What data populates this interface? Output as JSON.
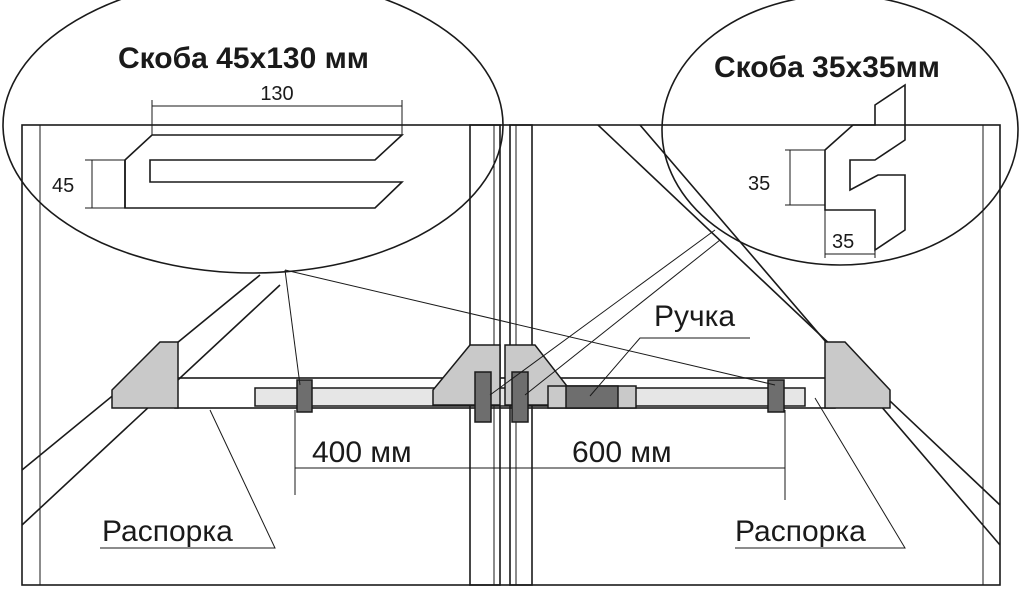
{
  "left_callout": {
    "title": "Скоба 45x130 мм",
    "width_dim": "130",
    "height_dim": "45"
  },
  "right_callout": {
    "title": "Скоба 35x35мм",
    "height_dim": "35",
    "width_dim": "35"
  },
  "labels": {
    "handle": "Ручка",
    "left_distance": "400 мм",
    "right_distance": "600 мм",
    "left_spacer": "Распорка",
    "right_spacer": "Распорка"
  }
}
